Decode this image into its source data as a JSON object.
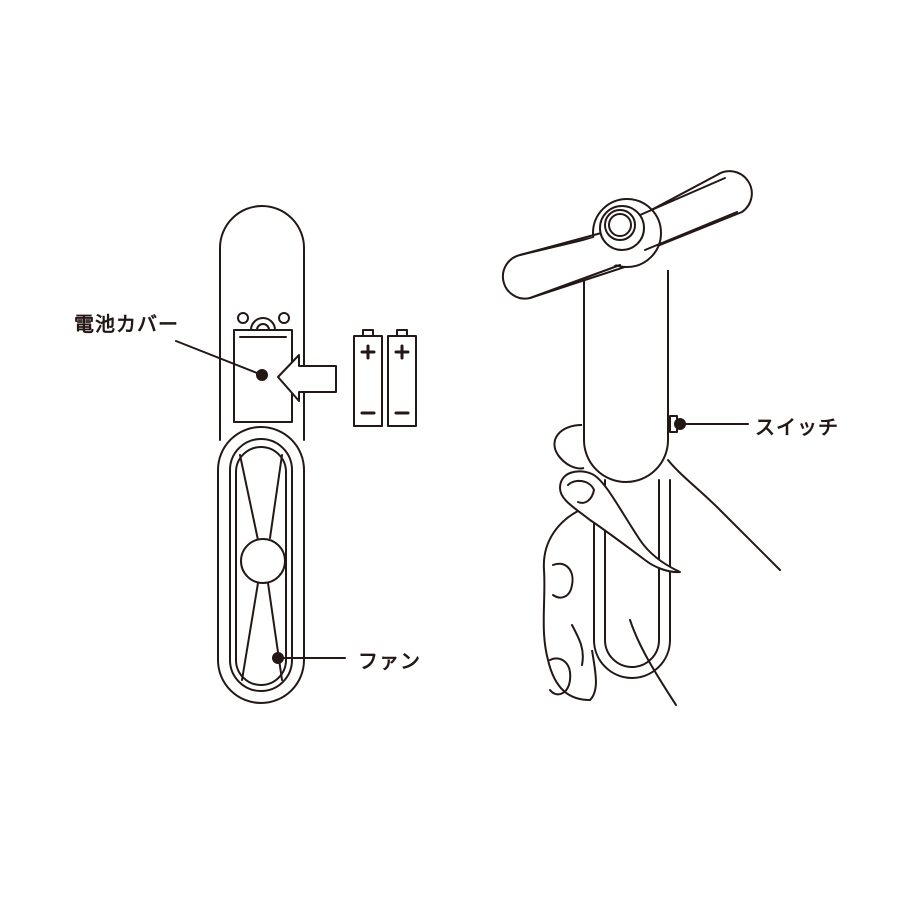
{
  "diagram": {
    "type": "product-parts-illustration",
    "colors": {
      "line": "#231815",
      "background": "#ffffff"
    },
    "left_device": {
      "view": "back",
      "callouts": [
        {
          "id": "battery-cover",
          "label": "電池カバー"
        },
        {
          "id": "fan",
          "label": "ファン"
        }
      ],
      "batteries": [
        {
          "positive": "+",
          "negative": "−"
        },
        {
          "positive": "+",
          "negative": "−"
        }
      ],
      "arrow": "insert-batteries"
    },
    "right_device": {
      "view": "held-in-hand, fan unfolded",
      "callouts": [
        {
          "id": "switch",
          "label": "スイッチ"
        }
      ]
    }
  }
}
